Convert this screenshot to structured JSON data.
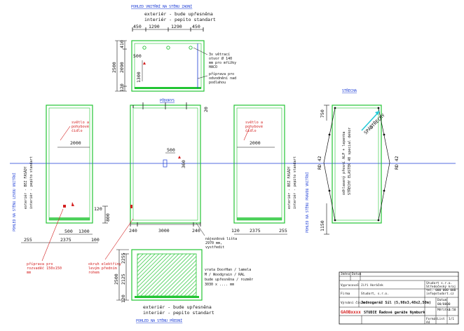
{
  "headers": {
    "back_wall": "POHLED VNITŘNÍ NA STĚNU ZADNÍ",
    "floor_plan": "PŮDORYS",
    "ceiling": "STŘECHA",
    "front_wall": "POHLED NA STĚNU PŘEDNÍ",
    "left_wall": "POHLED NA STĚNU LEVOU VNITŘNÍ",
    "right_wall": "POHLED NA STĚNU PRAVOU VNITŘNÍ"
  },
  "back_wall": {
    "finish_ext": "exteriér - bude upřesněna",
    "finish_int": "interiér - pepito standart",
    "dims_top": [
      "450",
      "1290",
      "1290",
      "450"
    ],
    "dims_left": [
      "2500",
      "2090",
      "410",
      "120"
    ],
    "dim_500": "500",
    "dim_1300": "1300",
    "note_vents": [
      "3x větrací",
      "otvor Ø 140",
      "mm pro mřížky",
      "HACO"
    ],
    "note_drain": [
      "přípravа pro",
      "odvodnění nad",
      "podlahou"
    ]
  },
  "floor_plan": {
    "dim_500": "500",
    "dim_360": "360",
    "dim_20": "20",
    "dims_bottom": [
      "240",
      "3000",
      "240"
    ],
    "note_rail": [
      "nájezdová lišta",
      "2970 mm,",
      "vystředit"
    ]
  },
  "left_wall": {
    "vertical_note": [
      "exteriér - BEZ FASÁDY",
      "interiér - pepito standart"
    ],
    "red_note": [
      "světlo a",
      "pohybové",
      "čidlo"
    ],
    "dim_2000": "2000",
    "dim_120": "120",
    "dim_800": "800",
    "dims_bottom": [
      "500",
      "1300"
    ],
    "dim_255": "255",
    "dim_2375": "2375",
    "dim_100": "100",
    "red_socket": [
      "přípravа pro",
      "rozvaděč 150x150",
      "mm"
    ],
    "red_switch": [
      "okruh elektřiny",
      "levým předním",
      "rohem"
    ]
  },
  "right_wall": {
    "vertical_note": [
      "exteriér - BEZ FASÁDY",
      "interiér - pepito standart"
    ],
    "red_note": [
      "světlo a",
      "pohybové",
      "čidlo"
    ],
    "dim_2000": "2000",
    "dims_bottom": [
      "120",
      "2375",
      "255"
    ]
  },
  "ceiling": {
    "dim_750": "750",
    "dim_1150": "1150",
    "rd_left": "RD 42",
    "rd_right": "RD 42",
    "slope": [
      "SPÁD",
      "STŘECHY"
    ],
    "vertical_note": [
      "odhlasеný přesní ALP + lepenka",
      "STŘECHY ELASTEK 40 special dekor"
    ]
  },
  "front_wall": {
    "dims_left": [
      "2255",
      "2500",
      "2125",
      "120"
    ],
    "note_gate": [
      "vrata DoorHan / lamela",
      "M / Woodgrain / RAL",
      "bude upřesněna / rozměr",
      "3030 x .... mm"
    ],
    "finish_ext": "exteriér - bude upřesněna",
    "finish_int": "interiér - pepito standart"
  },
  "title_block": {
    "r1a": "Jméno",
    "r1b": "Datum",
    "vypracoval_label": "Vypracoval",
    "vypracoval_value": "Jiří Horáček",
    "firma_label": "Firma",
    "firma_value": "Studort, s.r.o.",
    "contact": [
      "Studort s.r.o.",
      "Středočeský kraj",
      "tel. 000 000 000",
      "info@studort.cz"
    ],
    "vyrobni_label": "Výrobní číslo",
    "vyrobni_value": "Jednogaráž Sil (5,98x3,48x2,50m)",
    "code": "GAOBxxxx",
    "study": "STUDIE Řadové garáže Nymburk",
    "f1": "Datum",
    "f1v": "00/0000",
    "f2": "Měřítko",
    "f2v": "1:50",
    "f3": "List",
    "f3v": "1/1",
    "f4": "Formát",
    "f4v": "A4"
  }
}
